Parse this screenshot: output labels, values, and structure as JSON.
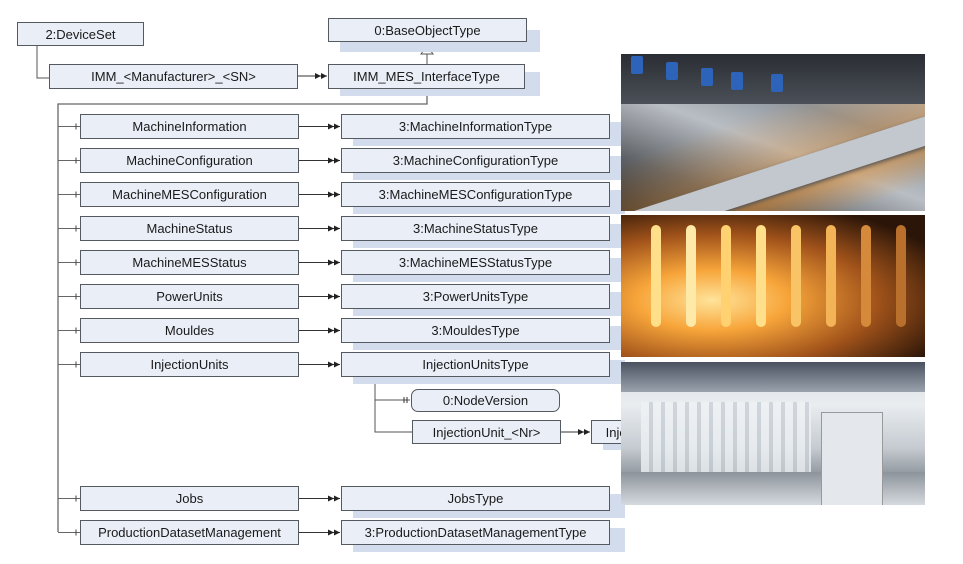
{
  "diagram": {
    "root": "2:DeviceSet",
    "instance": "IMM_<Manufacturer>_<SN>",
    "base_type": "0:BaseObjectType",
    "interface_type": "IMM_MES_InterfaceType",
    "components": [
      {
        "name": "MachineInformation",
        "type": "3:MachineInformationType"
      },
      {
        "name": "MachineConfiguration",
        "type": "3:MachineConfigurationType"
      },
      {
        "name": "MachineMESConfiguration",
        "type": "3:MachineMESConfigurationType"
      },
      {
        "name": "MachineStatus",
        "type": "3:MachineStatusType"
      },
      {
        "name": "MachineMESStatus",
        "type": "3:MachineMESStatusType"
      },
      {
        "name": "PowerUnits",
        "type": "3:PowerUnitsType"
      },
      {
        "name": "Mouldes",
        "type": "3:MouldesType"
      },
      {
        "name": "InjectionUnits",
        "type": "InjectionUnitsType"
      },
      {
        "name": "Jobs",
        "type": "JobsType"
      },
      {
        "name": "ProductionDatasetManagement",
        "type": "3:ProductionDatasetManagementType"
      }
    ],
    "injection_children": {
      "property": "0:NodeVersion",
      "unit": "InjectionUnit_<Nr>",
      "unit_type": "InjectionUnitType"
    }
  },
  "photos": [
    {
      "subject": "preform-conveyor"
    },
    {
      "subject": "heated-preforms-oven"
    },
    {
      "subject": "blown-bottles-line"
    }
  ]
}
